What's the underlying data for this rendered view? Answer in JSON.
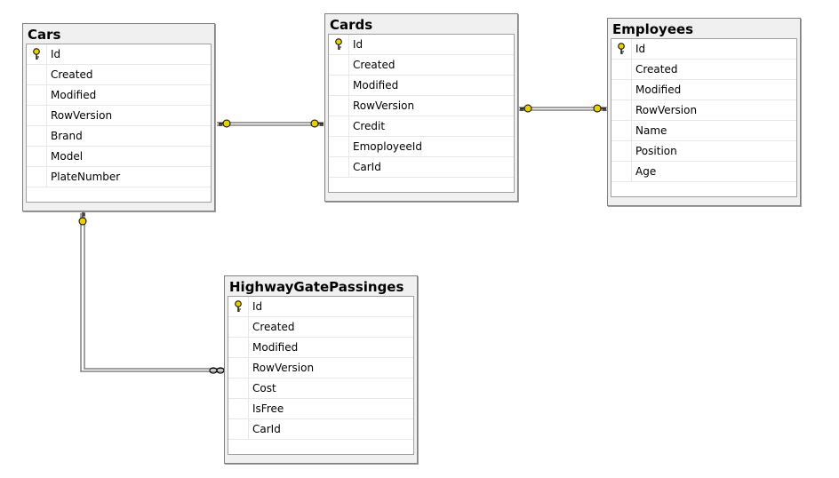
{
  "diagram": {
    "tables": [
      {
        "name": "Cars",
        "columns": [
          "Id",
          "Created",
          "Modified",
          "RowVersion",
          "Brand",
          "Model",
          "PlateNumber"
        ],
        "primary_key": "Id"
      },
      {
        "name": "Cards",
        "columns": [
          "Id",
          "Created",
          "Modified",
          "RowVersion",
          "Credit",
          "EmoployeeId",
          "CarId"
        ],
        "primary_key": "Id"
      },
      {
        "name": "Employees",
        "columns": [
          "Id",
          "Created",
          "Modified",
          "RowVersion",
          "Name",
          "Position",
          "Age"
        ],
        "primary_key": "Id"
      },
      {
        "name": "HighwayGatePassinges",
        "columns": [
          "Id",
          "Created",
          "Modified",
          "RowVersion",
          "Cost",
          "IsFree",
          "CarId"
        ],
        "primary_key": "Id"
      }
    ],
    "relationships": [
      {
        "from": "Cars",
        "to": "Cards",
        "from_end": "one",
        "to_end": "one"
      },
      {
        "from": "Cards",
        "to": "Employees",
        "from_end": "one",
        "to_end": "one"
      },
      {
        "from": "Cars",
        "to": "HighwayGatePassinges",
        "from_end": "one",
        "to_end": "many"
      }
    ],
    "colors": {
      "key_icon": "#e8d000",
      "connector": "#808080",
      "table_bg": "#f0f0f0",
      "grid_bg": "#ffffff"
    },
    "icons": {
      "primary_key": "key-icon",
      "one_end": "key-icon",
      "many_end": "infinity-icon"
    }
  }
}
